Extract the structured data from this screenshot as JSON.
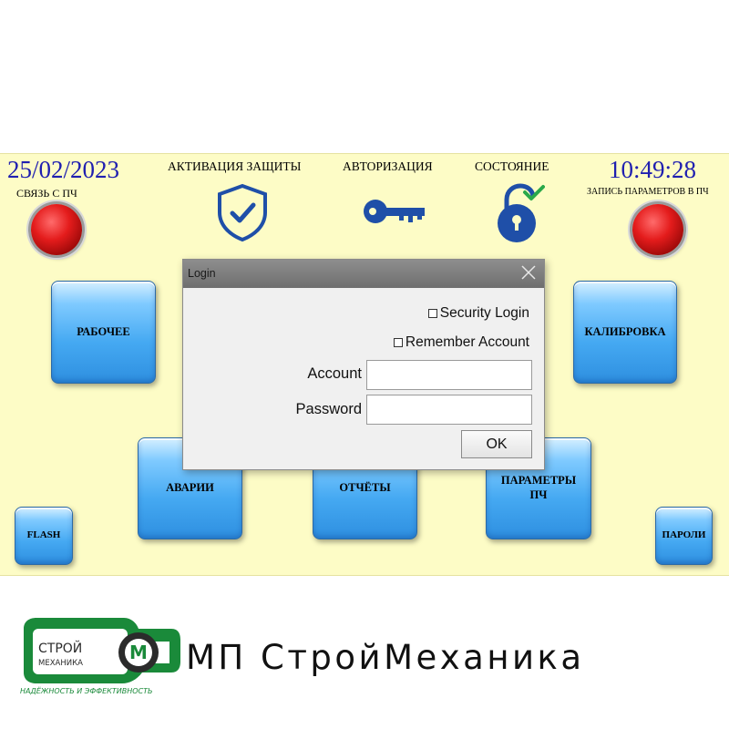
{
  "header": {
    "date": "25/02/2023",
    "time": "10:49:28",
    "link_label": "СВЯЗЬ С ПЧ",
    "write_label": "ЗАПИСЬ ПАРАМЕТРОВ В ПЧ",
    "protection_label": "АКТИВАЦИЯ ЗАЩИТЫ",
    "authorization_label": "АВТОРИЗАЦИЯ",
    "state_label": "СОСТОЯНИЕ",
    "colors": {
      "date_time": "#1f1fb0",
      "panel_bg": "#fdfcc6",
      "icon_blue": "#1f4fa8",
      "check_green": "#2aa84a",
      "lamp_red": "#e41c1c"
    }
  },
  "buttons": {
    "work": "РАБОЧЕЕ",
    "calibration": "КАЛИБРОВКА",
    "alarms": "АВАРИИ",
    "reports": "ОТЧЁТЫ",
    "params": "ПАРАМЕТРЫ\nПЧ",
    "flash": "FLASH",
    "passwords": "ПАРОЛИ"
  },
  "login": {
    "title": "Login",
    "security_login": "Security Login",
    "remember_account": "Remember Account",
    "account_label": "Account",
    "password_label": "Password",
    "account_value": "",
    "password_value": "",
    "ok_label": "OK"
  },
  "footer": {
    "logo_top": "СТРОЙ",
    "logo_bottom": "МЕХАНИКА",
    "logo_letter": "М",
    "brand_name": "МП СтройМеханика",
    "tagline": "НАДЁЖНОСТЬ И ЭФФЕКТИВНОСТЬ",
    "colors": {
      "logo_green": "#1a8a3a",
      "logo_dark": "#2b2b2b"
    }
  }
}
